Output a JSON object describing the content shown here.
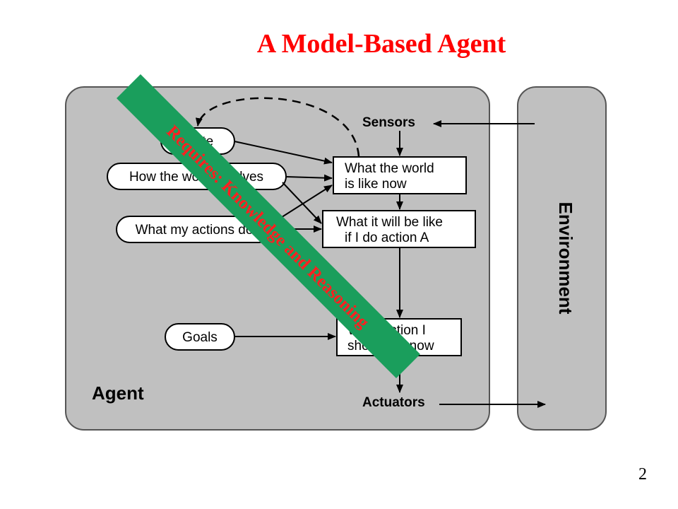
{
  "slide": {
    "title": "A Model-Based Agent",
    "page_number": "2"
  },
  "diagram": {
    "agent_label": "Agent",
    "environment_label": "Environment",
    "sensors_label": "Sensors",
    "actuators_label": "Actuators",
    "knowledge": {
      "state": "State",
      "world_evolves": "How the world evolves",
      "actions_do": "What my actions do",
      "goals": "Goals"
    },
    "processes": {
      "world_now_line1": "What the world",
      "world_now_line2": "is like now",
      "will_be_line1": "What it will be like",
      "will_be_line2": "if I do action A",
      "action_line1": "What action I",
      "action_line2": "should do now"
    },
    "banner": "Requires: Knowledge and Reasoning",
    "colors": {
      "title": "#ff0000",
      "banner_fill": "#1a9e5c",
      "banner_text": "#ff2020",
      "panel": "#c0c0c0"
    }
  }
}
